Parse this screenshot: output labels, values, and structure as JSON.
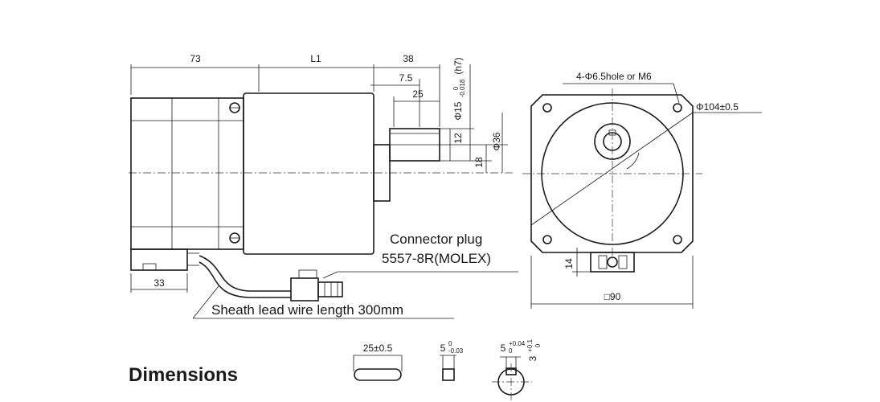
{
  "side_view": {
    "dim_body_left": "73",
    "dim_body_gear": "L1",
    "dim_shaft_total": "38",
    "dim_shaft_key_offset": "7.5",
    "dim_shaft_key_length": "25",
    "dim_shaft_diameter": "Φ15",
    "dim_shaft_tol_top": "0",
    "dim_shaft_tol_bottom": "-0.018",
    "dim_shaft_fit": "(h7)",
    "dim_shaft_flat": "12",
    "dim_pilot_height": "18",
    "dim_pilot_diameter": "Φ36",
    "dim_terminal": "33",
    "connector_label_1": "Connector plug",
    "connector_label_2": "5557-8R(MOLEX)",
    "lead_wire_label": "Sheath lead wire length 300mm"
  },
  "front_view": {
    "hole_spec": "4-Φ6.5hole or M6",
    "pcd": "Φ104±0.5",
    "terminal_height": "14",
    "flange_size": "□90"
  },
  "key_details": {
    "key_length": "25±0.5",
    "key_width": "5",
    "key_width_tol_top": "0",
    "key_width_tol_bottom": "-0.03",
    "keyway_width": "5",
    "keyway_tol_top": "+0.04",
    "keyway_tol_bottom": "0",
    "keyway_depth": "3",
    "keyway_depth_tol_top": "+0.1",
    "keyway_depth_tol_bottom": "0"
  },
  "title": "Dimensions"
}
